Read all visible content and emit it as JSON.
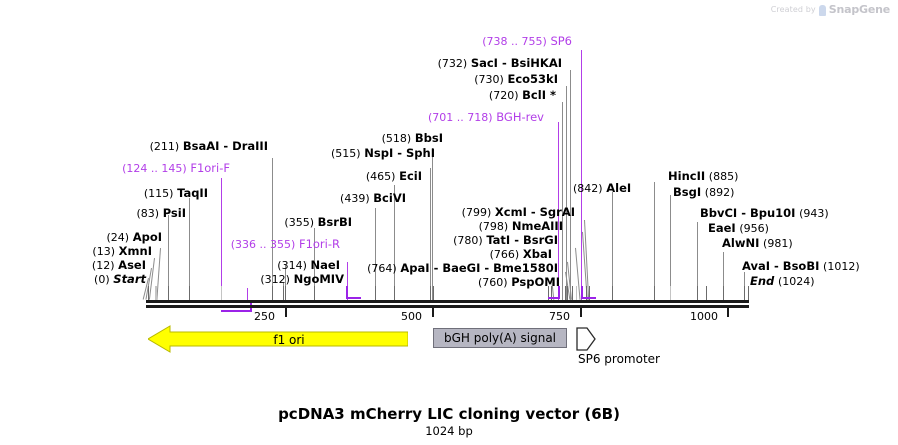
{
  "watermark": {
    "created_by": "Created by",
    "brand": "SnapGene",
    "logo_icon": "snapgene-logo-icon"
  },
  "title": "pcDNA3 mCherry LIC cloning vector (6B)",
  "subtitle": "1024 bp",
  "ruler": {
    "ticks": [
      {
        "label": "250",
        "value": 250
      },
      {
        "label": "500",
        "value": 500
      },
      {
        "label": "750",
        "value": 750
      },
      {
        "label": "1000",
        "value": 1000
      }
    ],
    "length_bp": 1024
  },
  "features": [
    {
      "name": "f1 ori",
      "label": "f1 ori",
      "color": "#ffff00",
      "direction": "left"
    },
    {
      "name": "bGH poly(A) signal",
      "label": "bGH poly(A) signal",
      "color": "#b6b6c2",
      "direction": "none"
    },
    {
      "name": "SP6 promoter",
      "label": "SP6 promoter",
      "color": "#ffffff",
      "direction": "right"
    }
  ],
  "annotations": {
    "left": [
      {
        "pos": "(0)",
        "enz": "Start",
        "style": "italic"
      },
      {
        "pos": "(12)",
        "enz": "AseI",
        "style": "normal"
      },
      {
        "pos": "(13)",
        "enz": "XmnI",
        "style": "normal"
      },
      {
        "pos": "(24)",
        "enz": "ApoI",
        "style": "normal"
      },
      {
        "pos": "(83)",
        "enz": "PsiI",
        "style": "normal"
      },
      {
        "pos": "(115)",
        "enz": "TaqII",
        "style": "normal"
      },
      {
        "pos": "(124 .. 145)",
        "enz": "F1ori-F",
        "style": "purple"
      },
      {
        "pos": "(211)",
        "enz": "BsaAI  -  DraIII",
        "style": "normal"
      }
    ],
    "midleft": [
      {
        "pos": "(312)",
        "enz": "NgoMIV",
        "style": "normal"
      },
      {
        "pos": "(314)",
        "enz": "NaeI",
        "style": "normal"
      },
      {
        "pos": "(336 .. 355)",
        "enz": "F1ori-R",
        "style": "purple"
      },
      {
        "pos": "(355)",
        "enz": "BsrBI",
        "style": "normal"
      },
      {
        "pos": "(439)",
        "enz": "BciVI",
        "style": "normal"
      },
      {
        "pos": "(465)",
        "enz": "EciI",
        "style": "normal"
      },
      {
        "pos": "(515)",
        "enz": "NspI  -  SphI",
        "style": "normal"
      },
      {
        "pos": "(518)",
        "enz": "BbsI",
        "style": "normal"
      }
    ],
    "midright": [
      {
        "pos": "(764)",
        "enz": "ApaI  -  BaeGI  -  Bme1580I",
        "style": "normal"
      },
      {
        "pos": "(760)",
        "enz": "PspOMI",
        "style": "normal"
      },
      {
        "pos": "(766)",
        "enz": "XbaI",
        "style": "normal"
      },
      {
        "pos": "(780)",
        "enz": "TatI  -  BsrGI",
        "style": "normal"
      },
      {
        "pos": "(798)",
        "enz": "NmeAIII",
        "style": "normal"
      },
      {
        "pos": "(799)",
        "enz": "XcmI  -  SgrAI",
        "style": "normal"
      },
      {
        "pos": "(842)",
        "enz": "AleI",
        "style": "normal"
      }
    ],
    "top": [
      {
        "pos": "(701 .. 718)",
        "enz": "BGH-rev",
        "style": "purple"
      },
      {
        "pos": "(720)",
        "enz": "BclI *",
        "style": "normal"
      },
      {
        "pos": "(730)",
        "enz": "Eco53kI",
        "style": "normal"
      },
      {
        "pos": "(732)",
        "enz": "SacI  -  BsiHKAI",
        "style": "normal"
      },
      {
        "pos": "(738 .. 755)",
        "enz": "SP6",
        "style": "purple"
      }
    ],
    "right": [
      {
        "enz": "HincII",
        "pos": "(885)",
        "style": "normal"
      },
      {
        "enz": "BsgI",
        "pos": "(892)",
        "style": "normal"
      },
      {
        "enz": "BbvCI  -  Bpu10I",
        "pos": "(943)",
        "style": "normal"
      },
      {
        "enz": "EaeI",
        "pos": "(956)",
        "style": "normal"
      },
      {
        "enz": "AlwNI",
        "pos": "(981)",
        "style": "normal"
      },
      {
        "enz": "AvaI  -  BsoBI",
        "pos": "(1012)",
        "style": "normal"
      },
      {
        "enz": "End",
        "pos": "(1024)",
        "style": "italic"
      }
    ]
  },
  "colors": {
    "purple": "#b23ee8",
    "f1ori_fill": "#ffff00",
    "bgh_fill": "#b6b6c2",
    "axis": "#1a1a1a",
    "leader": "#8c8c8c"
  }
}
